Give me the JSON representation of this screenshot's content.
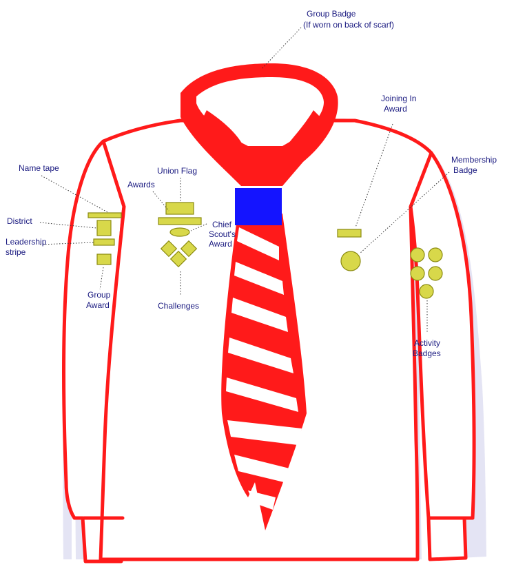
{
  "colors": {
    "outline": "#ff1a1a",
    "shadow": "#e6e6f5",
    "woggle": "#1414ff",
    "badge_fill": "#d8d84a",
    "label_text": "#1a1a80"
  },
  "labels": {
    "group_badge": [
      "Group Badge",
      "(If worn on back of scarf)"
    ],
    "joining_in_award": [
      "Joining In",
      "Award"
    ],
    "membership_badge": [
      "Membership",
      "Badge"
    ],
    "name_tape": [
      "Name tape"
    ],
    "union_flag": [
      "Union Flag"
    ],
    "awards": [
      "Awards"
    ],
    "district": [
      "District"
    ],
    "leadership_stripe": [
      "Leadership",
      "stripe"
    ],
    "chief_scouts_award": [
      "Chief",
      "Scout's",
      "Award"
    ],
    "group_award": [
      "Group",
      "Award"
    ],
    "challenges": [
      "Challenges"
    ],
    "activity_badges": [
      "Activity",
      "Badges"
    ]
  }
}
